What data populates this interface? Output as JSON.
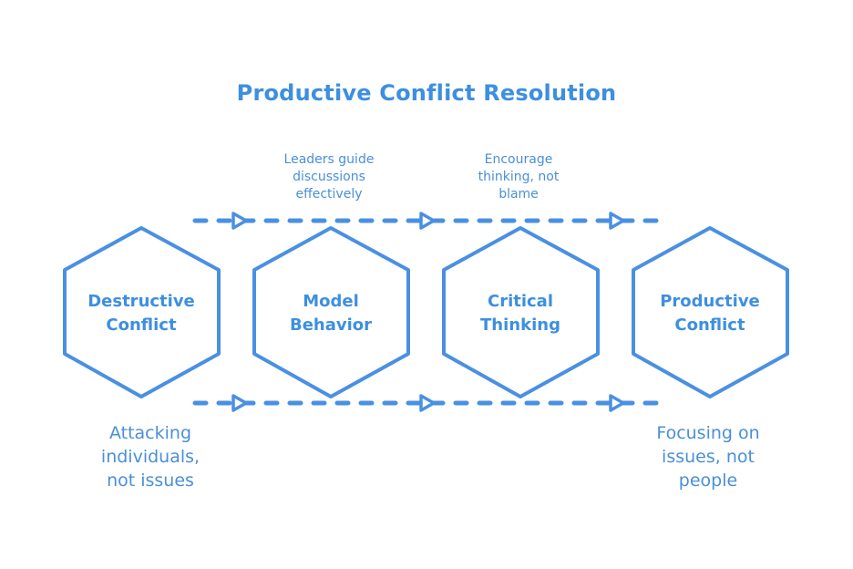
{
  "title": "Productive Conflict Resolution",
  "colors": {
    "accent": "#3d8fe0",
    "stroke": "#4a90e2",
    "background": "#ffffff"
  },
  "steps": [
    {
      "label_line1": "Destructive",
      "label_line2": "Conflict"
    },
    {
      "label_line1": "Model",
      "label_line2": "Behavior"
    },
    {
      "label_line1": "Critical",
      "label_line2": "Thinking"
    },
    {
      "label_line1": "Productive",
      "label_line2": "Conflict"
    }
  ],
  "top_notes": [
    {
      "line1": "Leaders guide",
      "line2": "discussions",
      "line3": "effectively"
    },
    {
      "line1": "Encourage",
      "line2": "thinking, not",
      "line3": "blame"
    }
  ],
  "bottom_captions": [
    {
      "line1": "Attacking",
      "line2": "individuals,",
      "line3": "not issues"
    },
    {
      "line1": "Focusing on",
      "line2": "issues, not",
      "line3": "people"
    }
  ],
  "flow_arrows": {
    "direction": "left-to-right",
    "rows": [
      "top",
      "bottom"
    ],
    "arrows_per_row": 3
  }
}
